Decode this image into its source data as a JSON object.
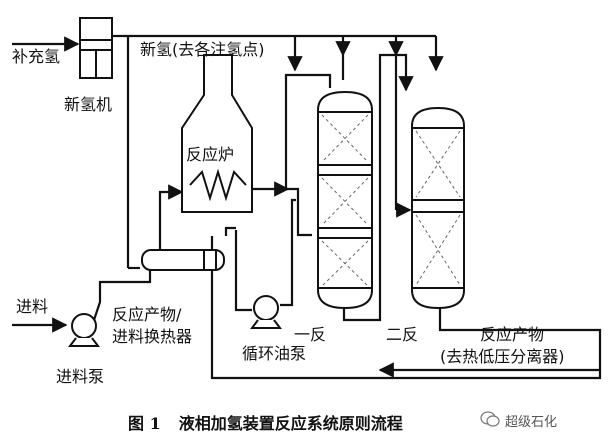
{
  "labels": {
    "makeup_h2": "补充氢",
    "new_h2": "新氢(去各注氢点)",
    "h2_compressor": "新氢机",
    "furnace": "反应炉",
    "feed": "进料",
    "exchanger_1": "反应产物/",
    "exchanger_2": "进料换热器",
    "feed_pump": "进料泵",
    "recycle_pump": "循环油泵",
    "reactor_1": "一反",
    "reactor_2": "二反",
    "product": "反应产物",
    "to_separator": "(去热低压分离器)"
  },
  "caption": {
    "number": "图 1",
    "title": "液相加氢装置反应系统原则流程"
  },
  "watermark": "超级石化",
  "icons": [
    "watermark-logo-icon"
  ]
}
